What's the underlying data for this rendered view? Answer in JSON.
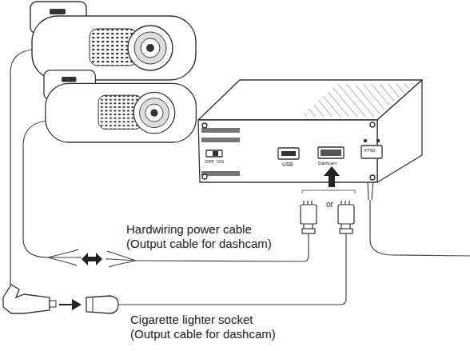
{
  "diagram": {
    "labels": [
      "OFF",
      "ON",
      "USB",
      "Dashcam",
      "XT60",
      "or",
      "Hardwiring power cable (Output cable for dashcam)",
      "Cigarette lighter socket (Output cable for dashcam)"
    ]
  }
}
